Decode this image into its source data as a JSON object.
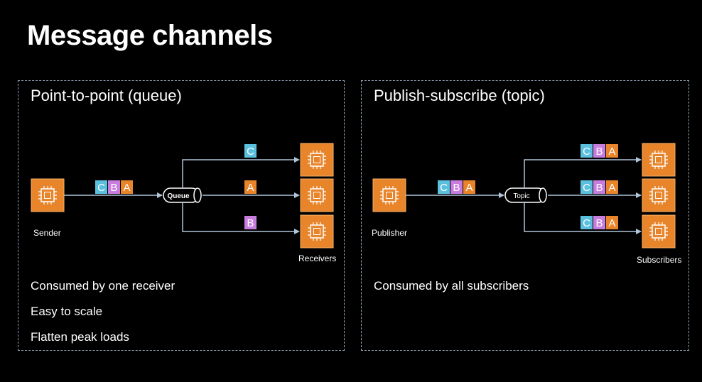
{
  "title": "Message channels",
  "colors": {
    "background": "#000000",
    "node_fill": "#e8842a",
    "node_border": "#f6b26b",
    "label_cyan": "#5bc0de",
    "label_purple": "#c77dde",
    "label_orange": "#e8842a",
    "line": "#b0c4d8",
    "dashed_border": "#8fa3b8"
  },
  "point_to_point": {
    "title": "Point-to-point (queue)",
    "sender_label": "Sender",
    "channel_label": "Queue",
    "receivers_label": "Receivers",
    "incoming_messages": [
      "C",
      "B",
      "A"
    ],
    "outgoing_messages": [
      "C",
      "A",
      "B"
    ],
    "bullets": [
      "Consumed by one receiver",
      "Easy to scale",
      "Flatten peak loads"
    ]
  },
  "publish_subscribe": {
    "title": "Publish-subscribe (topic)",
    "publisher_label": "Publisher",
    "channel_label": "Topic",
    "subscribers_label": "Subscribers",
    "incoming_messages": [
      "C",
      "B",
      "A"
    ],
    "outgoing_messages": [
      [
        "C",
        "B",
        "A"
      ],
      [
        "C",
        "B",
        "A"
      ],
      [
        "C",
        "B",
        "A"
      ]
    ],
    "bullets": [
      "Consumed by all subscribers"
    ]
  }
}
